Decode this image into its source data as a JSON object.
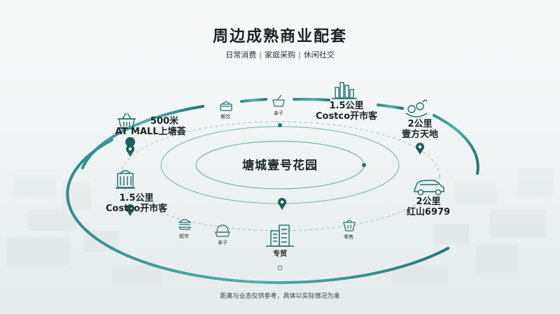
{
  "header": {
    "title": "周边成熟商业配套",
    "subtitle_items": [
      "日常消费",
      "家庭采购",
      "休闲社交"
    ],
    "separator": "|"
  },
  "center": {
    "name": "塘城壹号花园"
  },
  "nodes": {
    "atmall": {
      "line1": "500米",
      "line2": "AT MALL上塘荟",
      "icon": "shopping-basket-icon"
    },
    "costco_top": {
      "line1": "1.5公里",
      "line2": "Costco开市客",
      "icon": "bar-chart-building-icon"
    },
    "fangtiandi": {
      "line1": "2公里",
      "line2": "壹方天地",
      "icon": "food-plate-icon"
    },
    "costco_left": {
      "line1": "1.5公里",
      "line2": "Costco开市客",
      "icon": "shopping-cart-icon"
    },
    "hongshan": {
      "line1": "2公里",
      "line2": "红山6979",
      "icon": "car-icon"
    },
    "zhuanmao": {
      "label": "专贸",
      "icon": "office-building-icon"
    }
  },
  "small_items": {
    "canyin": {
      "label": "餐饮",
      "icon": "food-box-icon"
    },
    "qinzi_top": {
      "label": "亲子",
      "icon": "pot-icon"
    },
    "chaoshi": {
      "label": "超市",
      "icon": "burger-icon"
    },
    "qinzi_bottom": {
      "label": "亲子",
      "icon": "cake-icon"
    },
    "lingshou": {
      "label": "零售",
      "icon": "basket-icon"
    }
  },
  "footer": {
    "note": "距离与业态仅供参考，具体以实际情况为准"
  },
  "colors": {
    "teal_dark": "#1f7a78",
    "teal_mid": "#2f9a94",
    "teal_light": "#8cc8c2",
    "text": "#1b2424"
  }
}
